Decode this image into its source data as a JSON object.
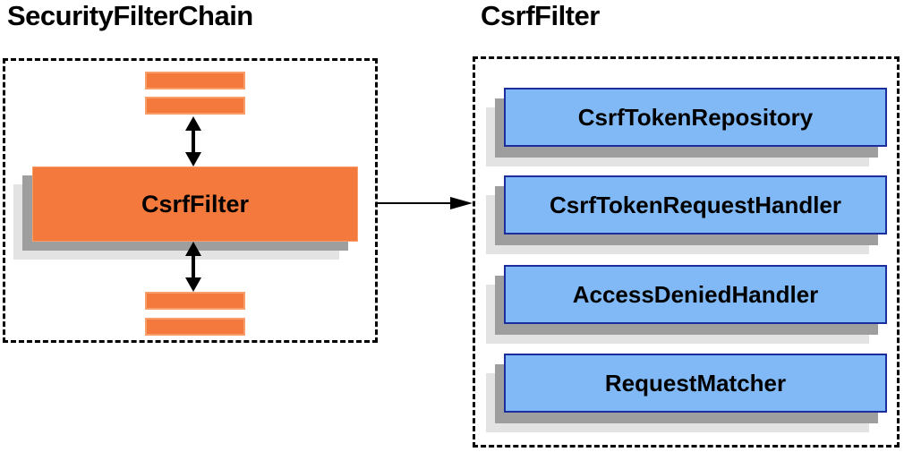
{
  "diagram": {
    "background_color": "#FFFFFF",
    "left_panel": {
      "title": "SecurityFilterChain",
      "filter_box": {
        "label": "CsrfFilter"
      }
    },
    "right_panel": {
      "title": "CsrfFilter",
      "components": [
        {
          "label": "CsrfTokenRepository"
        },
        {
          "label": "CsrfTokenRequestHandler"
        },
        {
          "label": "AccessDeniedHandler"
        },
        {
          "label": "RequestMatcher"
        }
      ]
    },
    "colors": {
      "filter_fill": "#F4793D",
      "filter_bar_border": "#F89E6B",
      "component_fill": "#80B9F5",
      "component_border": "#1C2D9C",
      "shadow_dark": "#9E9E9E",
      "shadow_light": "#E3E3E3",
      "panel_border": "#000000",
      "arrow": "#000000",
      "title_text": "#000000"
    }
  }
}
